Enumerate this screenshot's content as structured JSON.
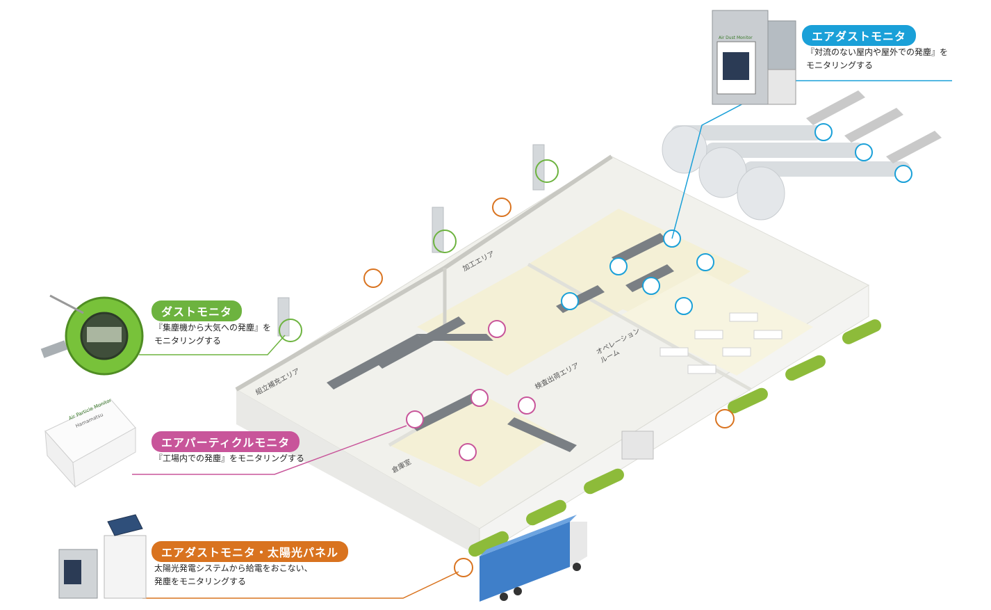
{
  "monitors": {
    "air_dust": {
      "title": "エアダストモニタ",
      "desc_line1": "『対流のない屋内や屋外での発塵』を",
      "desc_line2": "モニタリングする",
      "color": "#1aa0d8"
    },
    "dust": {
      "title": "ダストモニタ",
      "desc_line1": "『集塵機から大気への発塵』を",
      "desc_line2": "モニタリングする",
      "color": "#6db33f"
    },
    "air_particle": {
      "title": "エアパーティクルモニタ",
      "desc_line1": "『工場内での発塵』をモニタリングする",
      "color": "#c8559a"
    },
    "solar": {
      "title": "エアダストモニタ・太陽光パネル",
      "desc_line1": "太陽光発電システムから給電をおこない、",
      "desc_line2": "発塵をモニタリングする",
      "color": "#d9731f"
    }
  },
  "areas": {
    "processing": "加工エリア",
    "assembly": "組立補充エリア",
    "inspection": "検査出荷エリア",
    "operation_1": "オペレーション",
    "operation_2": "ルーム",
    "storage": "倉庫室"
  },
  "device_text": {
    "brand": "Hamamatsu",
    "dust_monitor_name": "Air Dust Monitor",
    "particle_monitor_name": "Air Particle Monitor"
  }
}
